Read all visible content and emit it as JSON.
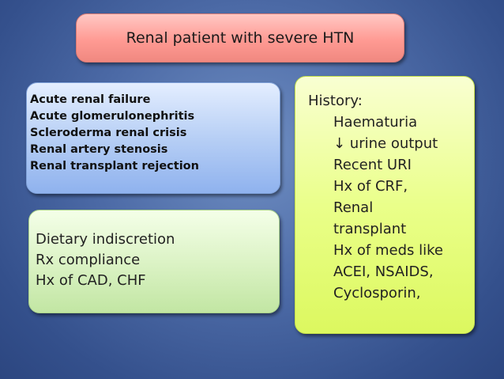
{
  "title": "Renal patient with severe HTN",
  "causes": [
    "Acute renal failure",
    "Acute glomerulonephritis",
    "Scleroderma renal crisis",
    "Renal artery stenosis",
    "Renal transplant rejection"
  ],
  "precipitants": [
    "Dietary indiscretion",
    "Rx compliance",
    "Hx of CAD, CHF"
  ],
  "history": {
    "heading": "History:",
    "items": [
      "Haematuria",
      "↓ urine output",
      "Recent URI",
      "Hx of CRF,",
      "Renal",
      "transplant",
      "Hx of meds like",
      "ACEI, NSAIDS,",
      "Cyclosporin,"
    ]
  }
}
